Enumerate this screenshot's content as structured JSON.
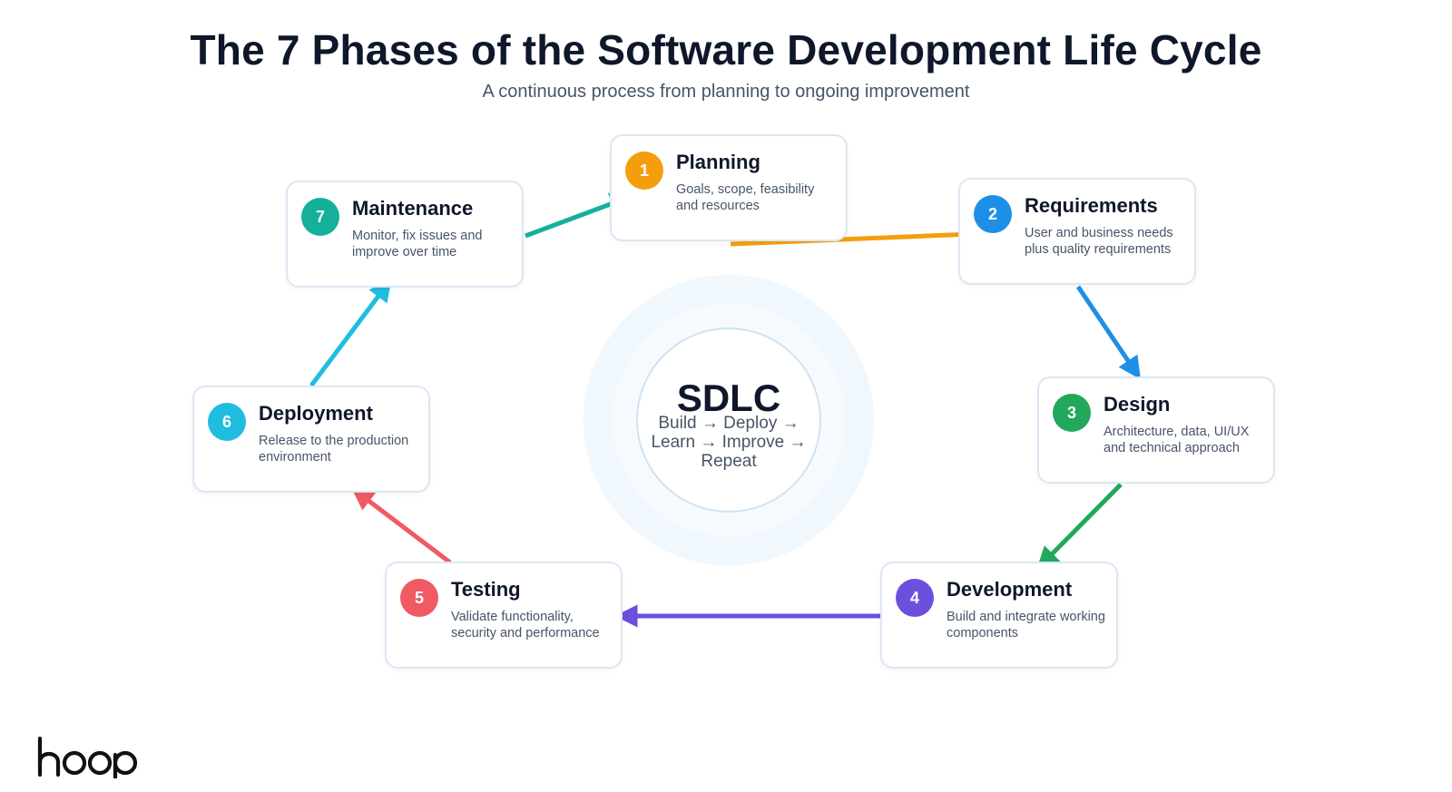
{
  "title": "The 7 Phases of the Software Development Life Cycle",
  "subtitle": "A continuous process from planning to ongoing improvement",
  "center": {
    "title": "SDLC",
    "subtitle": "Build → Deploy → Learn → Improve → Repeat"
  },
  "phases": [
    {
      "number": "1",
      "title": "Planning",
      "description": "Goals, scope, feasibility and resources",
      "color": "#f59e0b"
    },
    {
      "number": "2",
      "title": "Requirements",
      "description": "User and business needs plus quality requirements",
      "color": "#1d8fe6"
    },
    {
      "number": "3",
      "title": "Design",
      "description": "Architecture, data, UI/UX and technical approach",
      "color": "#22a85a"
    },
    {
      "number": "4",
      "title": "Development",
      "description": "Build and integrate working components",
      "color": "#6d4fdd"
    },
    {
      "number": "5",
      "title": "Testing",
      "description": "Validate functionality, security and performance",
      "color": "#ef5a63"
    },
    {
      "number": "6",
      "title": "Deployment",
      "description": "Release to the production environment",
      "color": "#1fbde0"
    },
    {
      "number": "7",
      "title": "Maintenance",
      "description": "Monitor, fix issues and improve over time",
      "color": "#14b09a"
    }
  ],
  "logo": {
    "text": "hoop",
    "icon": "hoop-logo"
  }
}
